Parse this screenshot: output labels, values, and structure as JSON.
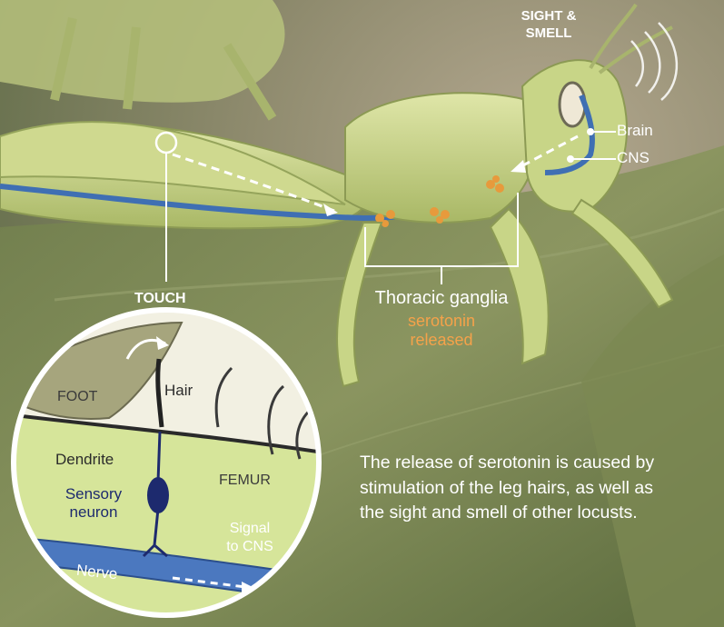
{
  "labels": {
    "sight_smell": "SIGHT &\nSMELL",
    "brain": "Brain",
    "cns": "CNS",
    "touch": "TOUCH",
    "thoracic_ganglia": "Thoracic ganglia",
    "serotonin_line1": "serotonin",
    "serotonin_line2": "released",
    "foot": "FOOT",
    "hair": "Hair",
    "dendrite": "Dendrite",
    "femur": "FEMUR",
    "sensory_line1": "Sensory",
    "sensory_line2": "neuron",
    "signal_line1": "Signal",
    "signal_line2": "to CNS",
    "nerve": "Nerve"
  },
  "caption": "The release of serotonin is caused by stimulation of the leg hairs, as well as the sight and smell of other locusts.",
  "colors": {
    "background": "#6e7a52",
    "locust_body": "#c9d68c",
    "nerve_blue": "#3f6fb3",
    "ganglia_orange": "#e79a3c",
    "neuron_navy": "#1d2a6e",
    "highlight_orange": "#f5a24a"
  }
}
